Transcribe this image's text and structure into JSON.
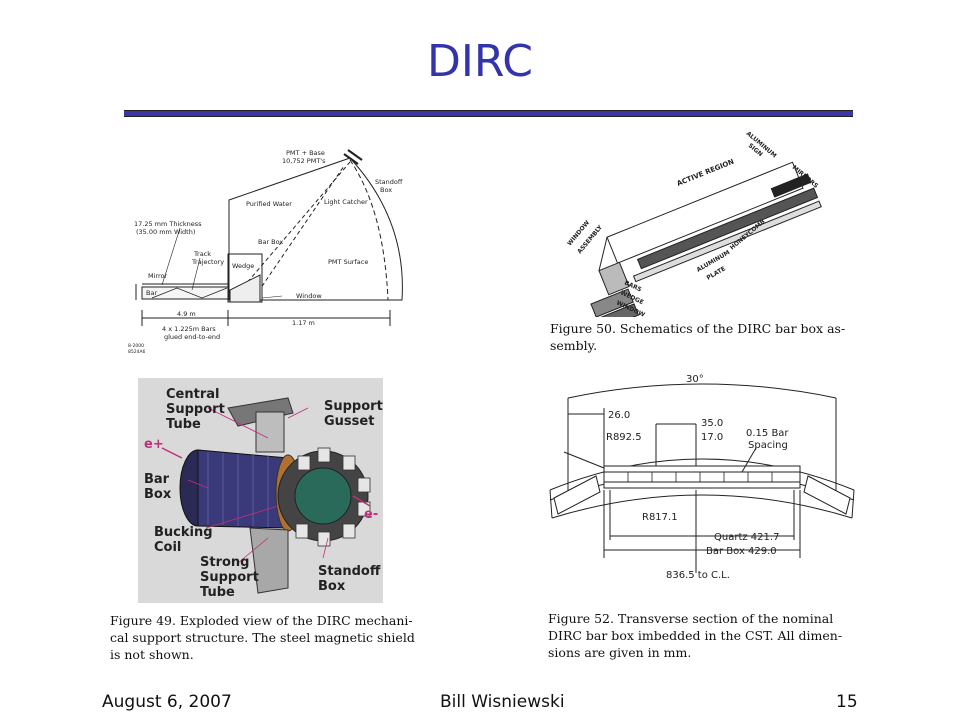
{
  "slide": {
    "title": "DIRC",
    "footer_date": "August 6, 2007",
    "footer_author": "Bill Wisniewski",
    "footer_page": "15"
  },
  "top_left": {
    "labels": {
      "pmt_base": "PMT + Base",
      "pmt_count": "10,752 PMT's",
      "standoff": "Standoff",
      "box": "Box",
      "light_catcher": "Light Catcher",
      "purified_water": "Purified Water",
      "thickness": "17.25 mm Thickness",
      "width": "(35.00 mm Width)",
      "bar_box": "Bar Box",
      "track": "Track",
      "trajectory": "Trajectory",
      "wedge": "Wedge",
      "pmt_surface": "PMT Surface",
      "mirror": "Mirror",
      "bar": "Bar",
      "window": "Window",
      "dim_49": "4.9 m",
      "dim_117": "1.17 m",
      "bars_1": "4 x 1.225m Bars",
      "bars_2": "glued end-to-end",
      "code_1": "8-2000",
      "code_2": "8524A6"
    }
  },
  "top_right": {
    "labels": {
      "aluminum_sign": "ALUMINUM",
      "sign": "SIGN",
      "active_region": "ACTIVE REGION",
      "mirrors": "MIRRORS",
      "window_assembly_1": "WINDOW",
      "window_assembly_2": "ASSEMBLY",
      "honeycomb": "HONEYCOMB",
      "aluminum_plate_1": "ALUMINUM",
      "aluminum_plate_2": "PLATE",
      "bars": "BARS",
      "wedge": "WEDGE",
      "window": "WINDOW"
    },
    "caption": [
      "Figure 50.  Schematics of the DIRC bar box as-",
      "sembly."
    ]
  },
  "bottom_left": {
    "labels": {
      "central_1": "Central",
      "central_2": "Support",
      "central_3": "Tube",
      "support_1": "Support",
      "support_2": "Gusset",
      "e_plus": "e+",
      "barbox_1": "Bar",
      "barbox_2": "Box",
      "bucking_1": "Bucking",
      "bucking_2": "Coil",
      "strong_1": "Strong",
      "strong_2": "Support",
      "strong_3": "Tube",
      "standoff_1": "Standoff",
      "standoff_2": "Box",
      "e_minus": "e-"
    },
    "caption": [
      "Figure 49.  Exploded view of the DIRC mechani-",
      "cal support structure.  The steel magnetic shield",
      "is not shown."
    ]
  },
  "bottom_right": {
    "labels": {
      "angle": "30°",
      "d260": "26.0",
      "d350": "35.0",
      "r8925": "R892.5",
      "d170": "17.0",
      "spacing_1": "0.15 Bar",
      "spacing_2": "Spacing",
      "r8171": "R817.1",
      "quartz": "Quartz  421.7",
      "barbox": "Bar Box  429.0",
      "cl": "836.5  to C.L."
    },
    "caption": [
      "Figure 52.   Transverse section of the nominal",
      "DIRC bar box imbedded in the CST. All dimen-",
      "sions are given in mm."
    ]
  }
}
